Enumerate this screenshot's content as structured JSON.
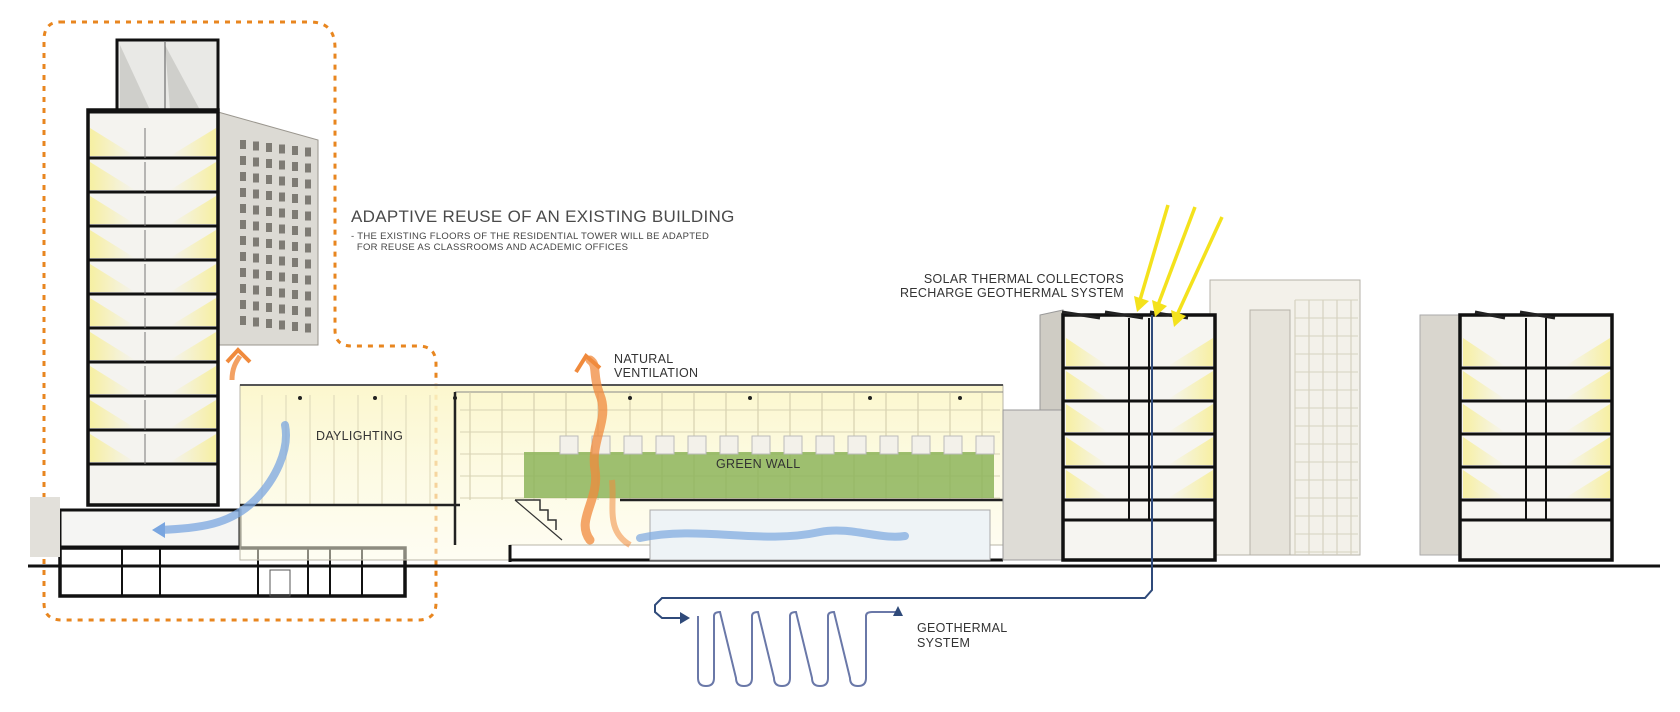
{
  "heading": "ADAPTIVE REUSE OF AN EXISTING BUILDING",
  "note_lines": [
    "- THE EXISTING FLOORS OF THE RESIDENTIAL TOWER WILL BE ADAPTED",
    "  FOR REUSE AS CLASSROOMS AND ACADEMIC OFFICES"
  ],
  "labels": {
    "solar_line1": "SOLAR THERMAL COLLECTORS",
    "solar_line2": "RECHARGE GEOTHERMAL SYSTEM",
    "ventilation_line1": "NATURAL",
    "ventilation_line2": "VENTILATION",
    "daylighting": "DAYLIGHTING",
    "green_wall": "GREEN WALL",
    "geothermal_line1": "GEOTHERMAL",
    "geothermal_line2": "SYSTEM"
  },
  "colors": {
    "dashed_outline": "#e8861f",
    "airflow_orange": "#f08a3c",
    "sun_ray": "#f4e21c",
    "pipe": "#2f4a7a",
    "airflow_blue": "#7aa6e0",
    "green_wall": "#8db45a",
    "daylight": "#f7efb0"
  },
  "icons": [
    "sun-ray-arrow-icon",
    "ventilation-arrow-icon",
    "pipe-flow-arrow-icon"
  ]
}
